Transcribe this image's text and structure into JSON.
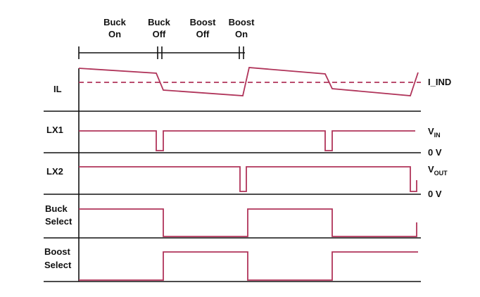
{
  "diagram": {
    "phases": [
      {
        "line1": "Buck",
        "line2": "On"
      },
      {
        "line1": "Buck",
        "line2": "Off"
      },
      {
        "line1": "Boost",
        "line2": "Off"
      },
      {
        "line1": "Boost",
        "line2": "On"
      }
    ],
    "rows": {
      "il": "IL",
      "lx1": "LX1",
      "lx2": "LX2",
      "buck_select": {
        "line1": "Buck",
        "line2": "Select"
      },
      "boost_select": {
        "line1": "Boost",
        "line2": "Select"
      }
    },
    "right_labels": {
      "i_ind": "I_IND",
      "vin_main": "V",
      "vin_sub": "IN",
      "zero_v_1": "0 V",
      "vout_main": "V",
      "vout_sub": "OUT",
      "zero_v_2": "0 V"
    },
    "colors": {
      "waveform": "#b0345a",
      "axis": "#111111"
    }
  }
}
